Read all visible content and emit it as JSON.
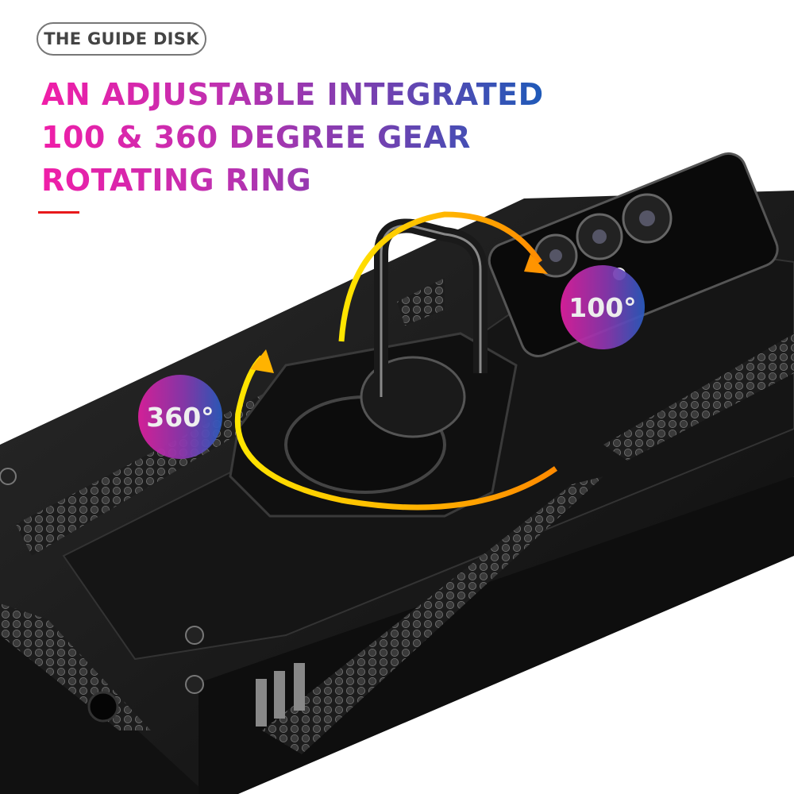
{
  "label_pill": "THE GUIDE DISK",
  "headline": {
    "lines": [
      "AN ADJUSTABLE INTEGRATED",
      "100 & 360 DEGREE GEAR",
      "ROTATING RING"
    ],
    "gradient_colors": [
      "#f01ea8",
      "#7a3fb0",
      "#1e5ab8"
    ]
  },
  "accent_bar_color": "#e8191b",
  "badges": {
    "tilt": "100°",
    "rotate": "360°"
  },
  "product": {
    "description": "Black rugged phone case with rotating kickstand ring holder",
    "case_color": "#1a1a1a",
    "arrow_color": "#f5c000"
  }
}
